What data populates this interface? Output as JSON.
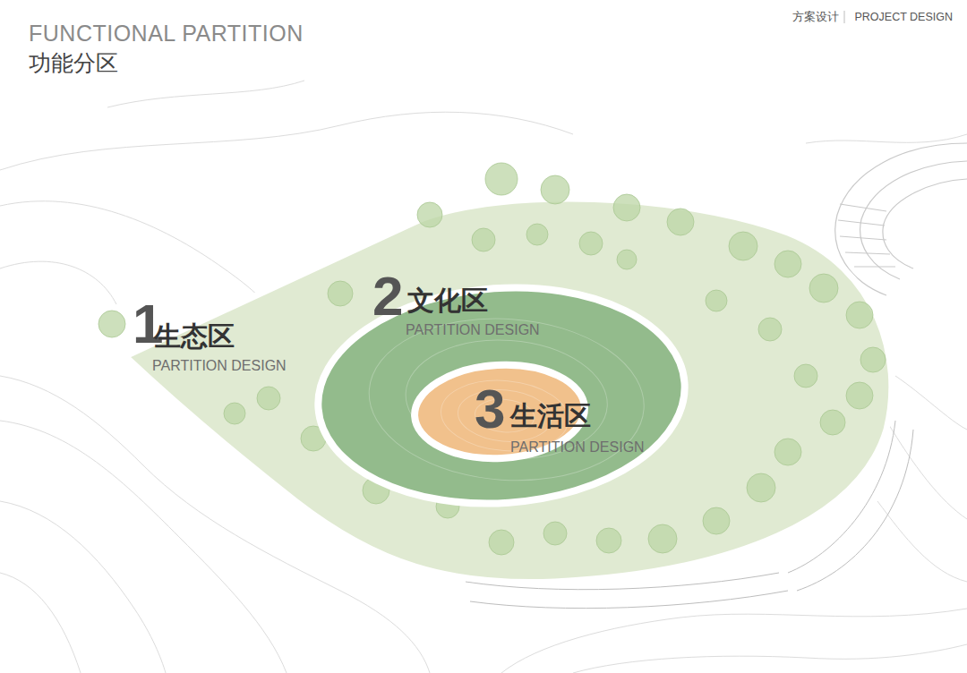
{
  "diagram": {
    "title": "FUNCTIONAL PARTITION",
    "nodes": [
      {
        "text": [
          "1",
          "生态区",
          "PARTITION DESIGN"
        ]
      },
      {
        "text": [
          "2",
          "文化区",
          "PARTITION DESIGN"
        ],
        "in": 0
      },
      {
        "text": [
          "3",
          "生活区",
          "PARTITION DESIGN"
        ],
        "in": 1
      }
    ],
    "labels": [
      "功能分区",
      "方案设计",
      "PROJECT DESIGN"
    ]
  }
}
